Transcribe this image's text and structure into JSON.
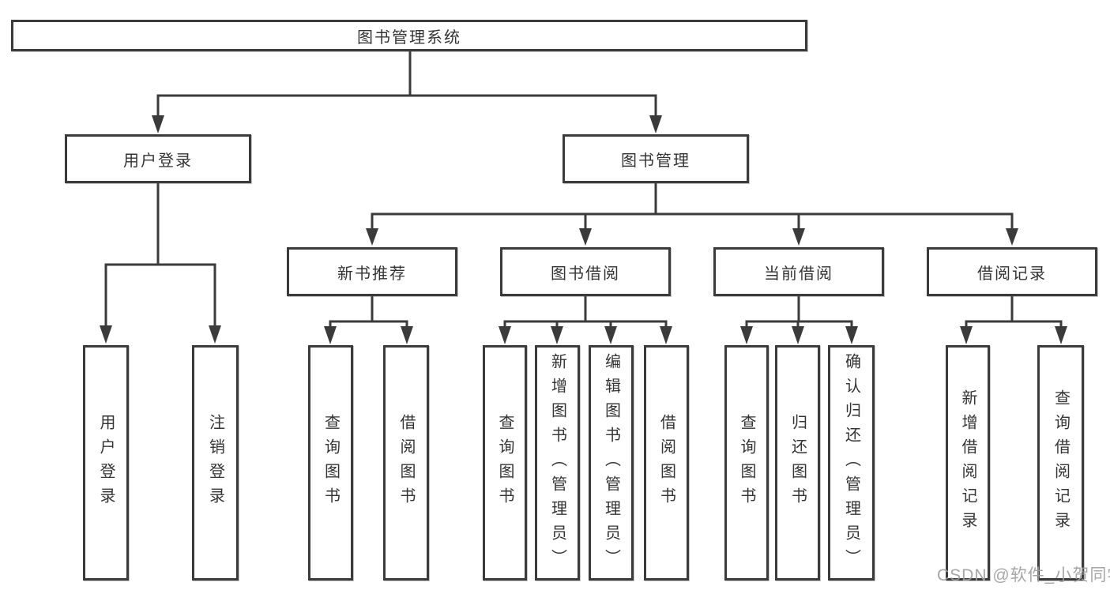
{
  "watermark": {
    "text": "CSDN @软件_小贺同学"
  },
  "colors": {
    "line": "#3b3b3b",
    "border": "#3b3b3b",
    "text": "#343434",
    "watermark": "#9e9e9e",
    "background": "#ffffff"
  },
  "tree": {
    "label": "图书管理系统",
    "children": [
      {
        "label": "用户登录",
        "children": [
          {
            "label": "用户登录"
          },
          {
            "label": "注销登录"
          }
        ]
      },
      {
        "label": "图书管理",
        "children": [
          {
            "label": "新书推荐",
            "children": [
              {
                "label": "查询图书"
              },
              {
                "label": "借阅图书"
              }
            ]
          },
          {
            "label": "图书借阅",
            "children": [
              {
                "label": "查询图书"
              },
              {
                "label": "新增图书（管理员）"
              },
              {
                "label": "编辑图书（管理员）"
              },
              {
                "label": "借阅图书"
              }
            ]
          },
          {
            "label": "当前借阅",
            "children": [
              {
                "label": "查询图书"
              },
              {
                "label": "归还图书"
              },
              {
                "label": "确认归还（管理员）"
              }
            ]
          },
          {
            "label": "借阅记录",
            "children": [
              {
                "label": "新增借阅记录"
              },
              {
                "label": "查询借阅记录"
              }
            ]
          }
        ]
      }
    ]
  }
}
